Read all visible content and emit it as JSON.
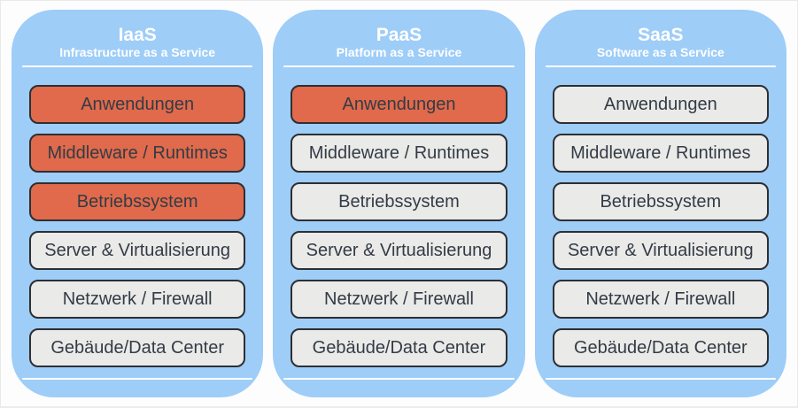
{
  "colors": {
    "panel_blue": "#9ECDF8",
    "highlight_orange": "#E06A4B",
    "layer_gray": "#EAEAE8",
    "layer_border": "#2D2F33",
    "layer_text": "#333B46",
    "header_text": "#FFFFFF",
    "page_background": "#FDFDFE"
  },
  "columns": [
    {
      "id": "iaas",
      "title": "IaaS",
      "subtitle": "Infrastructure as a Service",
      "layers": [
        {
          "label": "Anwendungen",
          "highlighted": true
        },
        {
          "label": "Middleware / Runtimes",
          "highlighted": true
        },
        {
          "label": "Betriebssystem",
          "highlighted": true
        },
        {
          "label": "Server & Virtualisierung",
          "highlighted": false
        },
        {
          "label": "Netzwerk / Firewall",
          "highlighted": false
        },
        {
          "label": "Gebäude/Data Center",
          "highlighted": false
        }
      ]
    },
    {
      "id": "paas",
      "title": "PaaS",
      "subtitle": "Platform as a Service",
      "layers": [
        {
          "label": "Anwendungen",
          "highlighted": true
        },
        {
          "label": "Middleware / Runtimes",
          "highlighted": false
        },
        {
          "label": "Betriebssystem",
          "highlighted": false
        },
        {
          "label": "Server & Virtualisierung",
          "highlighted": false
        },
        {
          "label": "Netzwerk / Firewall",
          "highlighted": false
        },
        {
          "label": "Gebäude/Data Center",
          "highlighted": false
        }
      ]
    },
    {
      "id": "saas",
      "title": "SaaS",
      "subtitle": "Software as a Service",
      "layers": [
        {
          "label": "Anwendungen",
          "highlighted": false
        },
        {
          "label": "Middleware / Runtimes",
          "highlighted": false
        },
        {
          "label": "Betriebssystem",
          "highlighted": false
        },
        {
          "label": "Server & Virtualisierung",
          "highlighted": false
        },
        {
          "label": "Netzwerk / Firewall",
          "highlighted": false
        },
        {
          "label": "Gebäude/Data Center",
          "highlighted": false
        }
      ]
    }
  ]
}
